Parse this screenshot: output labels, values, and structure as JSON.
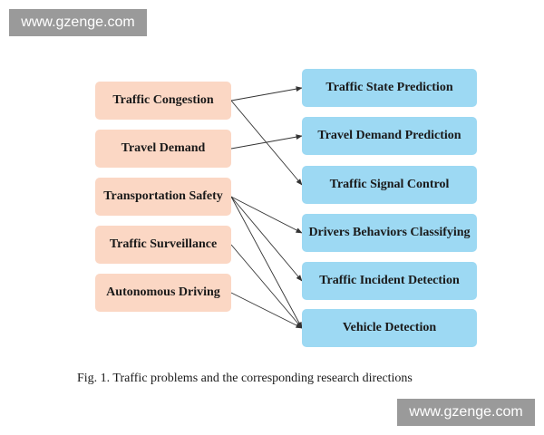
{
  "watermark": {
    "top_text": "www.gzenge.com",
    "bottom_text": "www.gzenge.com"
  },
  "colors": {
    "problem_fill": "#fbd7c4",
    "direction_fill": "#9dd9f3",
    "arrow": "#333333",
    "watermark_bg": "#9a9a9a"
  },
  "problems": [
    "Traffic Congestion",
    "Travel Demand",
    "Transportation Safety",
    "Traffic Surveillance",
    "Autonomous Driving"
  ],
  "directions": [
    "Traffic State Prediction",
    "Travel Demand Prediction",
    "Traffic Signal Control",
    "Drivers Behaviors Classifying",
    "Traffic Incident Detection",
    "Vehicle Detection"
  ],
  "links": [
    {
      "from": "Traffic Congestion",
      "to": "Traffic State Prediction"
    },
    {
      "from": "Traffic Congestion",
      "to": "Traffic Signal Control"
    },
    {
      "from": "Travel Demand",
      "to": "Travel Demand Prediction"
    },
    {
      "from": "Transportation Safety",
      "to": "Drivers Behaviors Classifying"
    },
    {
      "from": "Transportation Safety",
      "to": "Traffic Incident Detection"
    },
    {
      "from": "Transportation Safety",
      "to": "Vehicle Detection"
    },
    {
      "from": "Traffic Surveillance",
      "to": "Vehicle Detection"
    },
    {
      "from": "Autonomous Driving",
      "to": "Vehicle Detection"
    }
  ],
  "caption": "Fig. 1.  Traffic problems and the corresponding research directions"
}
